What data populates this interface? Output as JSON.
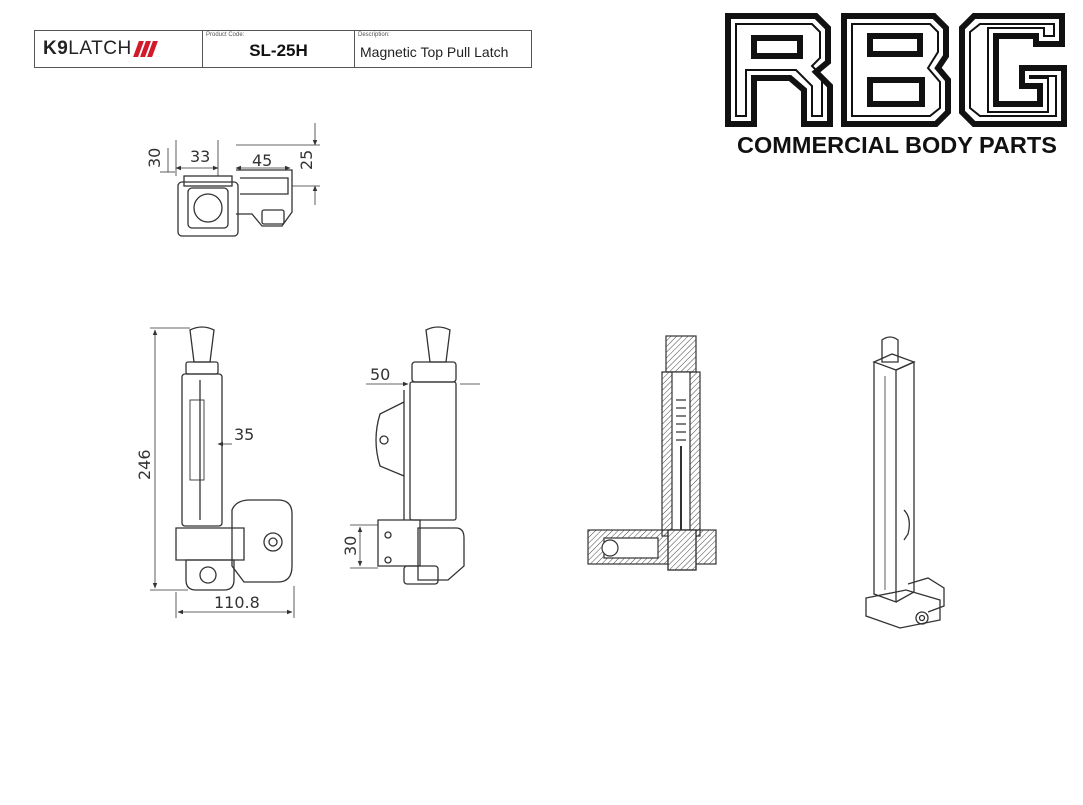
{
  "title_block": {
    "logo_text_bold": "K9",
    "logo_text_thin": "LATCH",
    "product_code_label": "Product Code:",
    "product_code": "SL-25H",
    "description_label": "Description:",
    "description": "Magnetic Top Pull Latch"
  },
  "brand": {
    "logo_letters": "RBG",
    "tagline": "COMMERCIAL BODY PARTS",
    "accent_color": "#d11a2a"
  },
  "dimensions": {
    "top_view_depth": "30",
    "top_view_width_a": "33",
    "top_view_width_b": "45",
    "top_view_height": "25",
    "front_height": "246",
    "front_width_body": "35",
    "front_width_total": "110.8",
    "side_depth": "50",
    "side_base_height": "30"
  },
  "views": [
    "top-view",
    "front-view",
    "side-view",
    "section-view",
    "isometric-view"
  ]
}
